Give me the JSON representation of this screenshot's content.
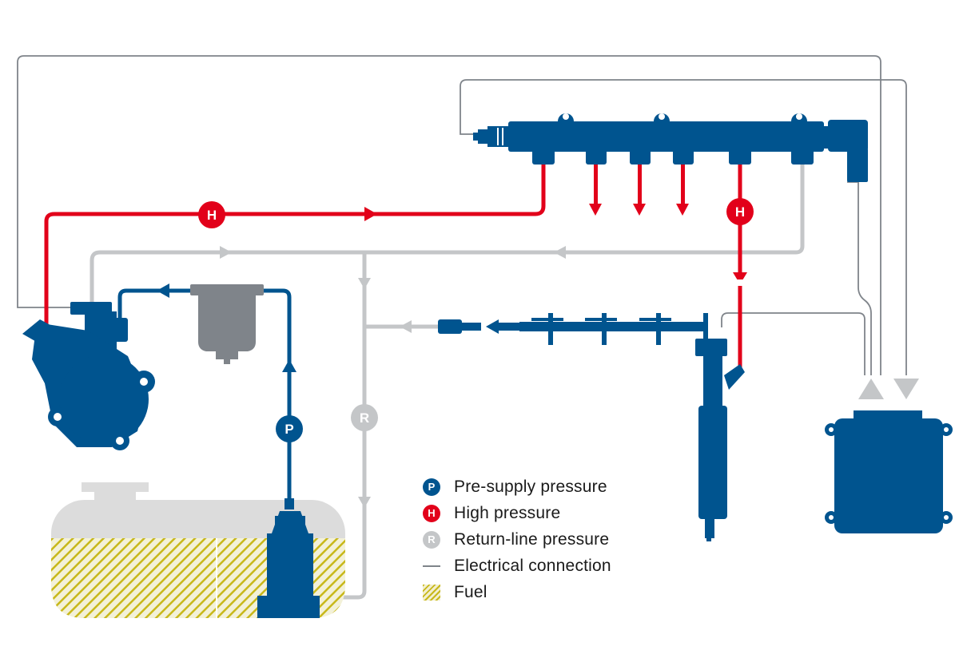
{
  "colors": {
    "blue": "#00548f",
    "red": "#e2001a",
    "grey_line": "#c4c6c8",
    "electrical": "#7f848a",
    "filter_grey": "#7f848a",
    "fuel": "#c8b81a",
    "tank": "#dcdcdc"
  },
  "markers": {
    "pre_supply": "P",
    "high": "H",
    "return": "R"
  },
  "legend": [
    {
      "key": "pre_supply",
      "symbol": "P",
      "label": "Pre-supply pressure",
      "swatch": "blue"
    },
    {
      "key": "high",
      "symbol": "H",
      "label": "High pressure",
      "swatch": "red"
    },
    {
      "key": "return",
      "symbol": "R",
      "label": "Return-line pressure",
      "swatch": "grey_line"
    },
    {
      "key": "electrical",
      "symbol": "",
      "label": "Electrical connection",
      "swatch": "electrical"
    },
    {
      "key": "fuel",
      "symbol": "",
      "label": "Fuel",
      "swatch": "fuel"
    }
  ],
  "icons": [
    "high-pressure-pump-icon",
    "fuel-filter-icon",
    "fuel-tank-icon",
    "electric-fuel-pump-icon",
    "common-rail-icon",
    "pressure-sensor-icon",
    "pressure-control-valve-icon",
    "injector-icon",
    "ecu-icon",
    "return-line-valve-icon"
  ]
}
